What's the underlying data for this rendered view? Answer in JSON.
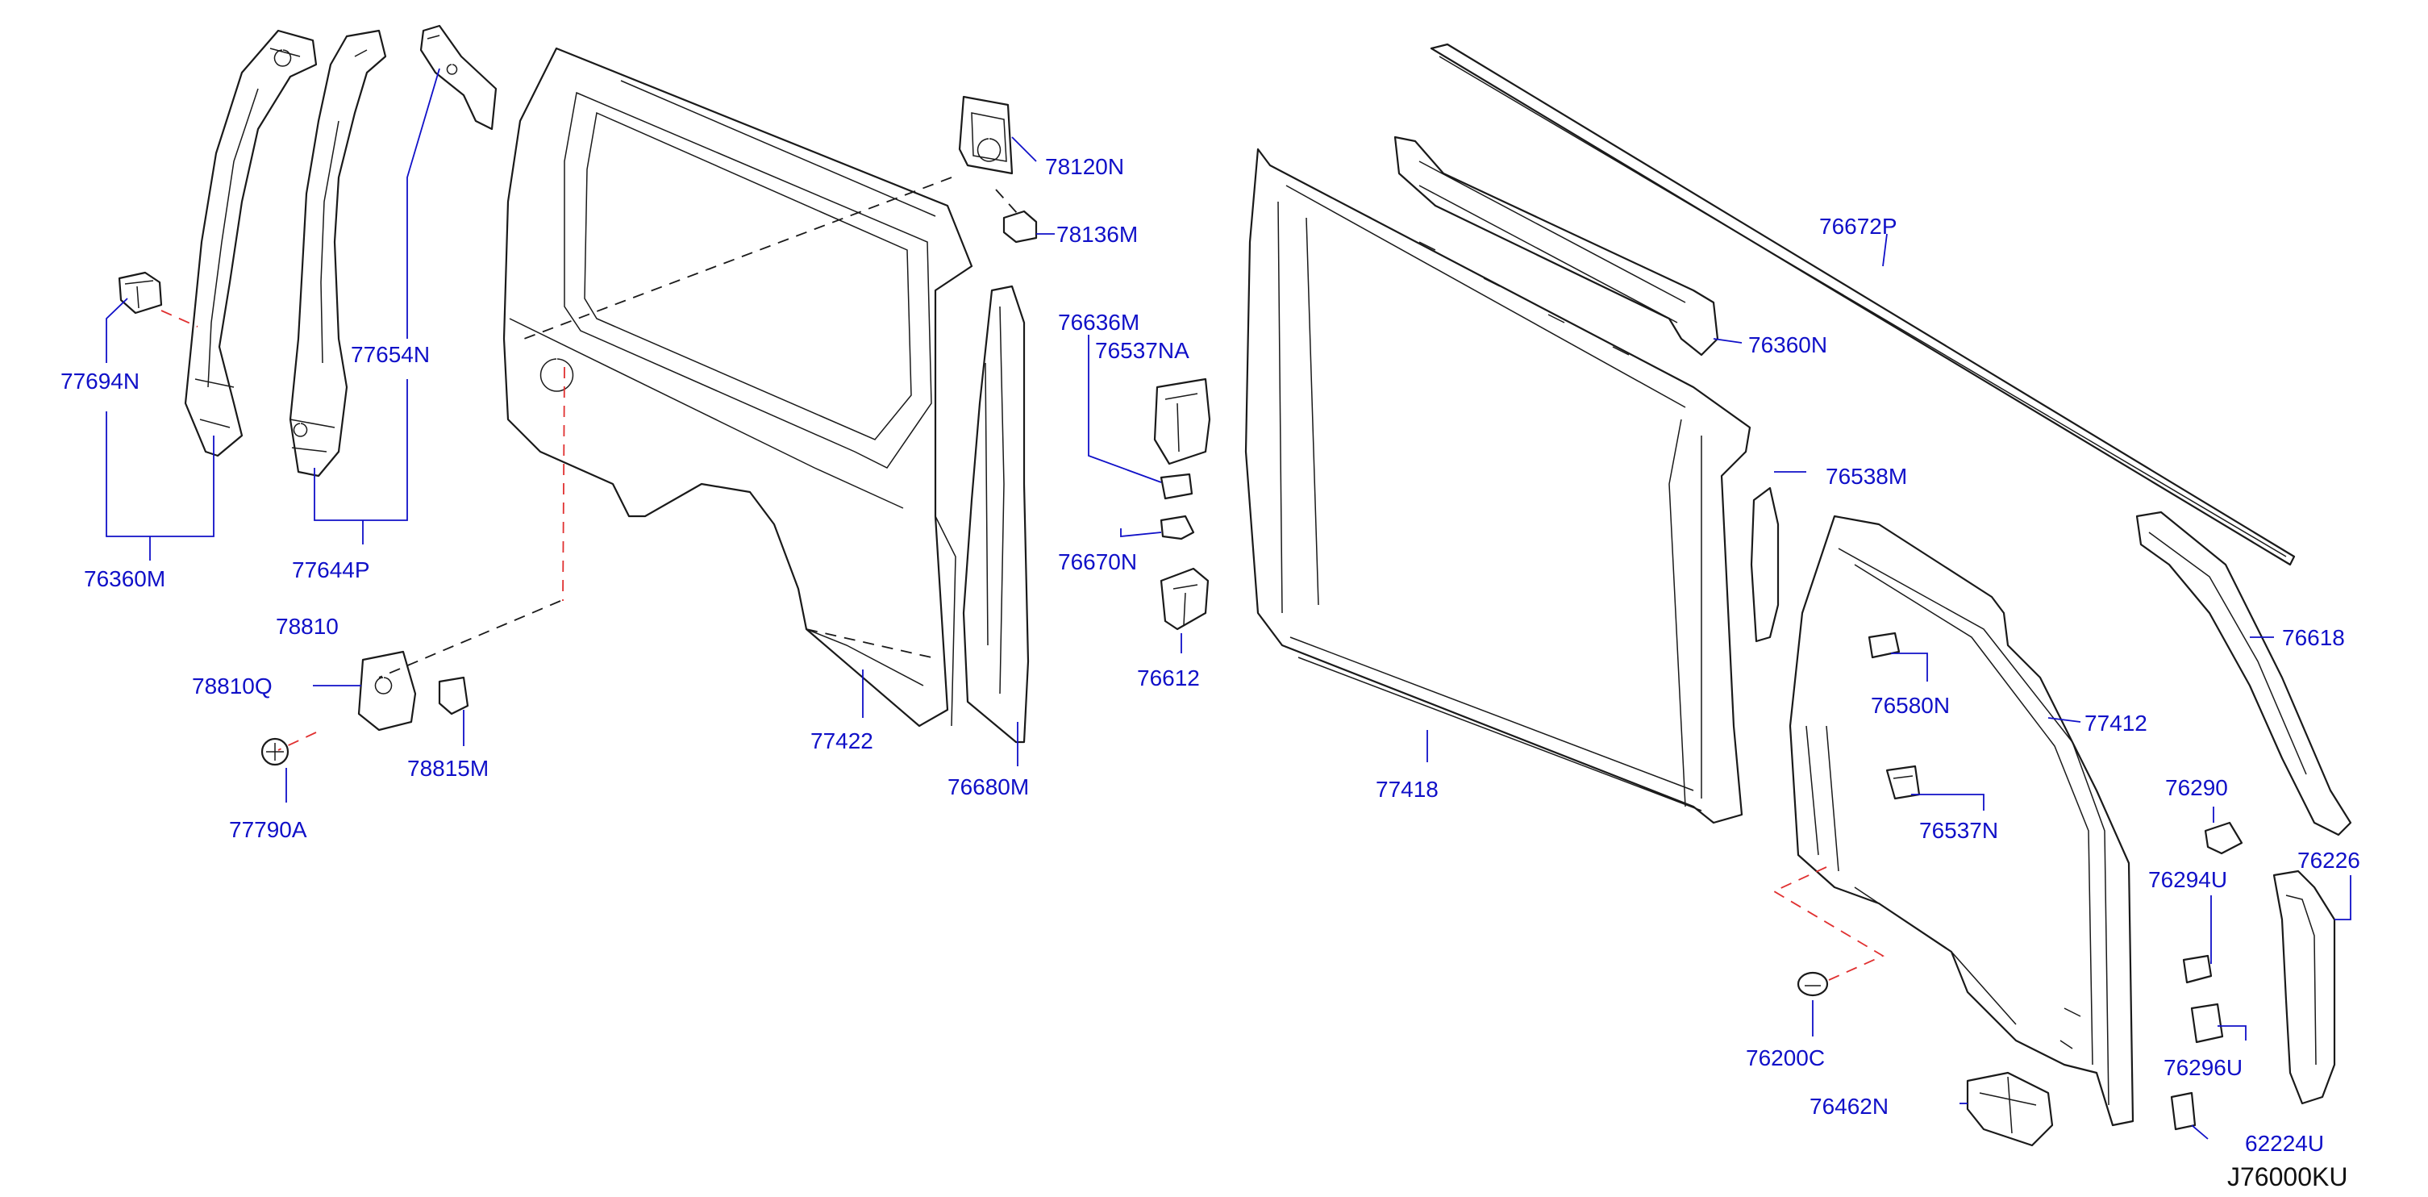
{
  "colors": {
    "label": "#1010c8",
    "leader": "#1010c8",
    "part_line": "#1a1a1a",
    "dash_black": "#1a1a1a",
    "dash_red": "#e03030",
    "code": "#111111",
    "background": "#ffffff"
  },
  "diagram_code": "J76000KU",
  "labels": [
    {
      "id": "lbl-77694N",
      "text": "77694N"
    },
    {
      "id": "lbl-76360M",
      "text": "76360M"
    },
    {
      "id": "lbl-77654N",
      "text": "77654N"
    },
    {
      "id": "lbl-77644P",
      "text": "77644P"
    },
    {
      "id": "lbl-78810Q",
      "text": "78810Q"
    },
    {
      "id": "lbl-78815M",
      "text": "78815M"
    },
    {
      "id": "lbl-77790A",
      "text": "77790A"
    },
    {
      "id": "lbl-77422",
      "text": "77422"
    },
    {
      "id": "lbl-78120N",
      "text": "78120N"
    },
    {
      "id": "lbl-78136M",
      "text": "78136M"
    },
    {
      "id": "lbl-76680M",
      "text": "76680M"
    },
    {
      "id": "lbl-76636M",
      "text": "76636M"
    },
    {
      "id": "lbl-76537NA",
      "text": "76537NA"
    },
    {
      "id": "lbl-76670N",
      "text": "76670N"
    },
    {
      "id": "lbl-76612",
      "text": "76612"
    },
    {
      "id": "lbl-77418",
      "text": "77418"
    },
    {
      "id": "lbl-76360N",
      "text": "76360N"
    },
    {
      "id": "lbl-76672P",
      "text": "76672P"
    },
    {
      "id": "lbl-76538M",
      "text": "76538M"
    },
    {
      "id": "lbl-76580N",
      "text": "76580N"
    },
    {
      "id": "lbl-77412",
      "text": "77412"
    },
    {
      "id": "lbl-76537N",
      "text": "76537N"
    },
    {
      "id": "lbl-76200C",
      "text": "76200C"
    },
    {
      "id": "lbl-76462N",
      "text": "76462N"
    },
    {
      "id": "lbl-76290",
      "text": "76290"
    },
    {
      "id": "lbl-76294U",
      "text": "76294U"
    },
    {
      "id": "lbl-76296U",
      "text": "76296U"
    },
    {
      "id": "lbl-62224U",
      "text": "62224U"
    },
    {
      "id": "lbl-76226",
      "text": "76226"
    },
    {
      "id": "lbl-76618",
      "text": "76618"
    },
    {
      "id": "lbl-78810",
      "text": "78810"
    }
  ]
}
